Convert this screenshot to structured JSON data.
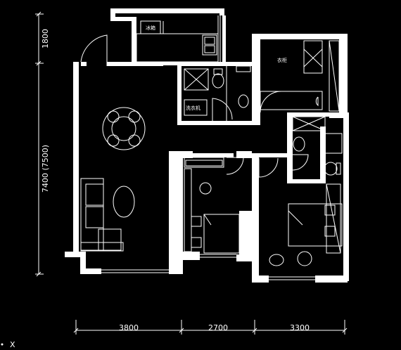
{
  "dimensions": {
    "vertical_top": "1800",
    "vertical_main": "7400 (7500)",
    "bottom": [
      "3800",
      "2700",
      "3300"
    ]
  },
  "room_labels": {
    "kitchen_appliance": "冰箱",
    "bathroom_appliance": "洗衣机",
    "bedroom_fixture": "衣柜"
  },
  "axis_marker": "X"
}
